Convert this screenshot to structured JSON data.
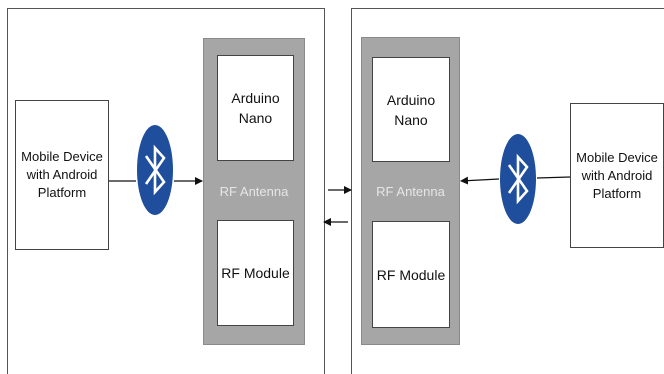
{
  "left": {
    "mobile_label": "Mobile Device\nwith Android\nPlatform",
    "arduino_label": "Arduino\nNano",
    "antenna_label": "RF Antenna",
    "module_label": "RF Module"
  },
  "right": {
    "mobile_label": "Mobile Device\nwith Android\nPlatform",
    "arduino_label": "Arduino\nNano",
    "antenna_label": "RF Antenna",
    "module_label": "RF Module"
  },
  "icons": {
    "bluetooth": "bluetooth-icon"
  },
  "colors": {
    "bluetooth_blue": "#1f4e9c",
    "module_grey": "#a6a6a6"
  }
}
